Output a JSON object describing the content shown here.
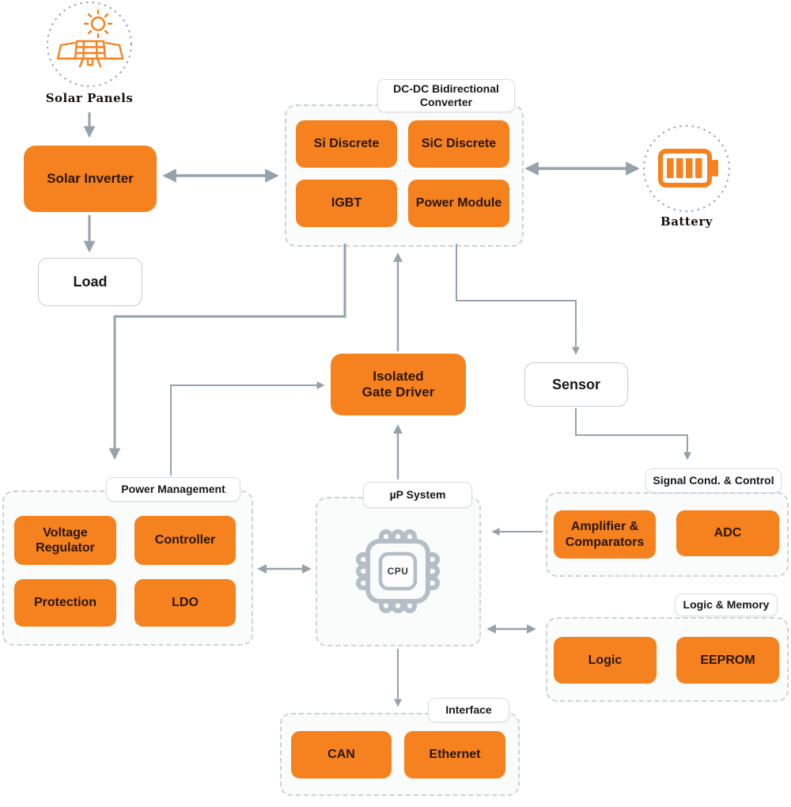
{
  "nodes": {
    "solar_panels": {
      "label": "Solar Panels"
    },
    "solar_inverter": {
      "label": "Solar Inverter"
    },
    "load": {
      "label": "Load"
    },
    "battery": {
      "label": "Battery"
    },
    "isolated_gate_driver": {
      "line1": "Isolated",
      "line2": "Gate Driver"
    },
    "sensor": {
      "label": "Sensor"
    },
    "cpu": {
      "label": "CPU"
    }
  },
  "groups": {
    "dcdc": {
      "title": "DC-DC Bidirectional Converter",
      "chips": [
        "Si Discrete",
        "SiC Discrete",
        "IGBT",
        "Power Module"
      ]
    },
    "power_management": {
      "title": "Power Management",
      "chips": [
        "Voltage Regulator",
        "Controller",
        "Protection",
        "LDO"
      ]
    },
    "up_system": {
      "title": "µP System"
    },
    "signal_cond_control": {
      "title": "Signal Cond. & Control",
      "chips": [
        "Amplifier & Comparators",
        "ADC"
      ]
    },
    "logic_memory": {
      "title": "Logic & Memory",
      "chips": [
        "Logic",
        "EEPROM"
      ]
    },
    "interface": {
      "title": "Interface",
      "chips": [
        "CAN",
        "Ethernet"
      ]
    }
  },
  "icons": {
    "solar_panels": "solar-panels-icon",
    "battery": "battery-icon",
    "cpu": "cpu-chip-icon"
  },
  "colors": {
    "accent_orange": "#F5821F",
    "arrow_gray": "#95A2AB",
    "chip_text": "#2B1503",
    "group_border": "#CDD2D7",
    "group_background": "#FAFBFB"
  }
}
